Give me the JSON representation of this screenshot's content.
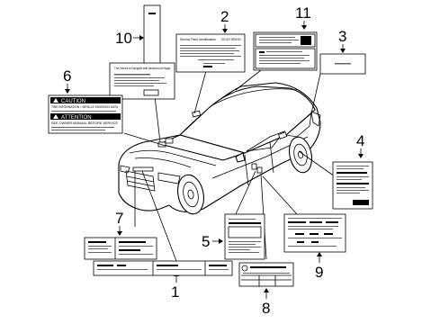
{
  "callouts": [
    "1",
    "2",
    "3",
    "4",
    "5",
    "6",
    "7",
    "8",
    "9",
    "10",
    "11"
  ],
  "label_texts": {
    "caution": "CAUTION",
    "attention": "ATTENTION",
    "caution_line": "TIRE INFORMATION / VEHICLE EMISSION DATA",
    "attention_line": "SEE OWNER MANUAL BEFORE SERVICE",
    "part_id": "Service Parts Identification",
    "do_not_remove": "DO NOT REMOVE",
    "warning_text": "This Vehicle is Equipped with Advanced Air Bags"
  },
  "colors": {
    "ink": "#000000",
    "paper": "#ffffff"
  }
}
